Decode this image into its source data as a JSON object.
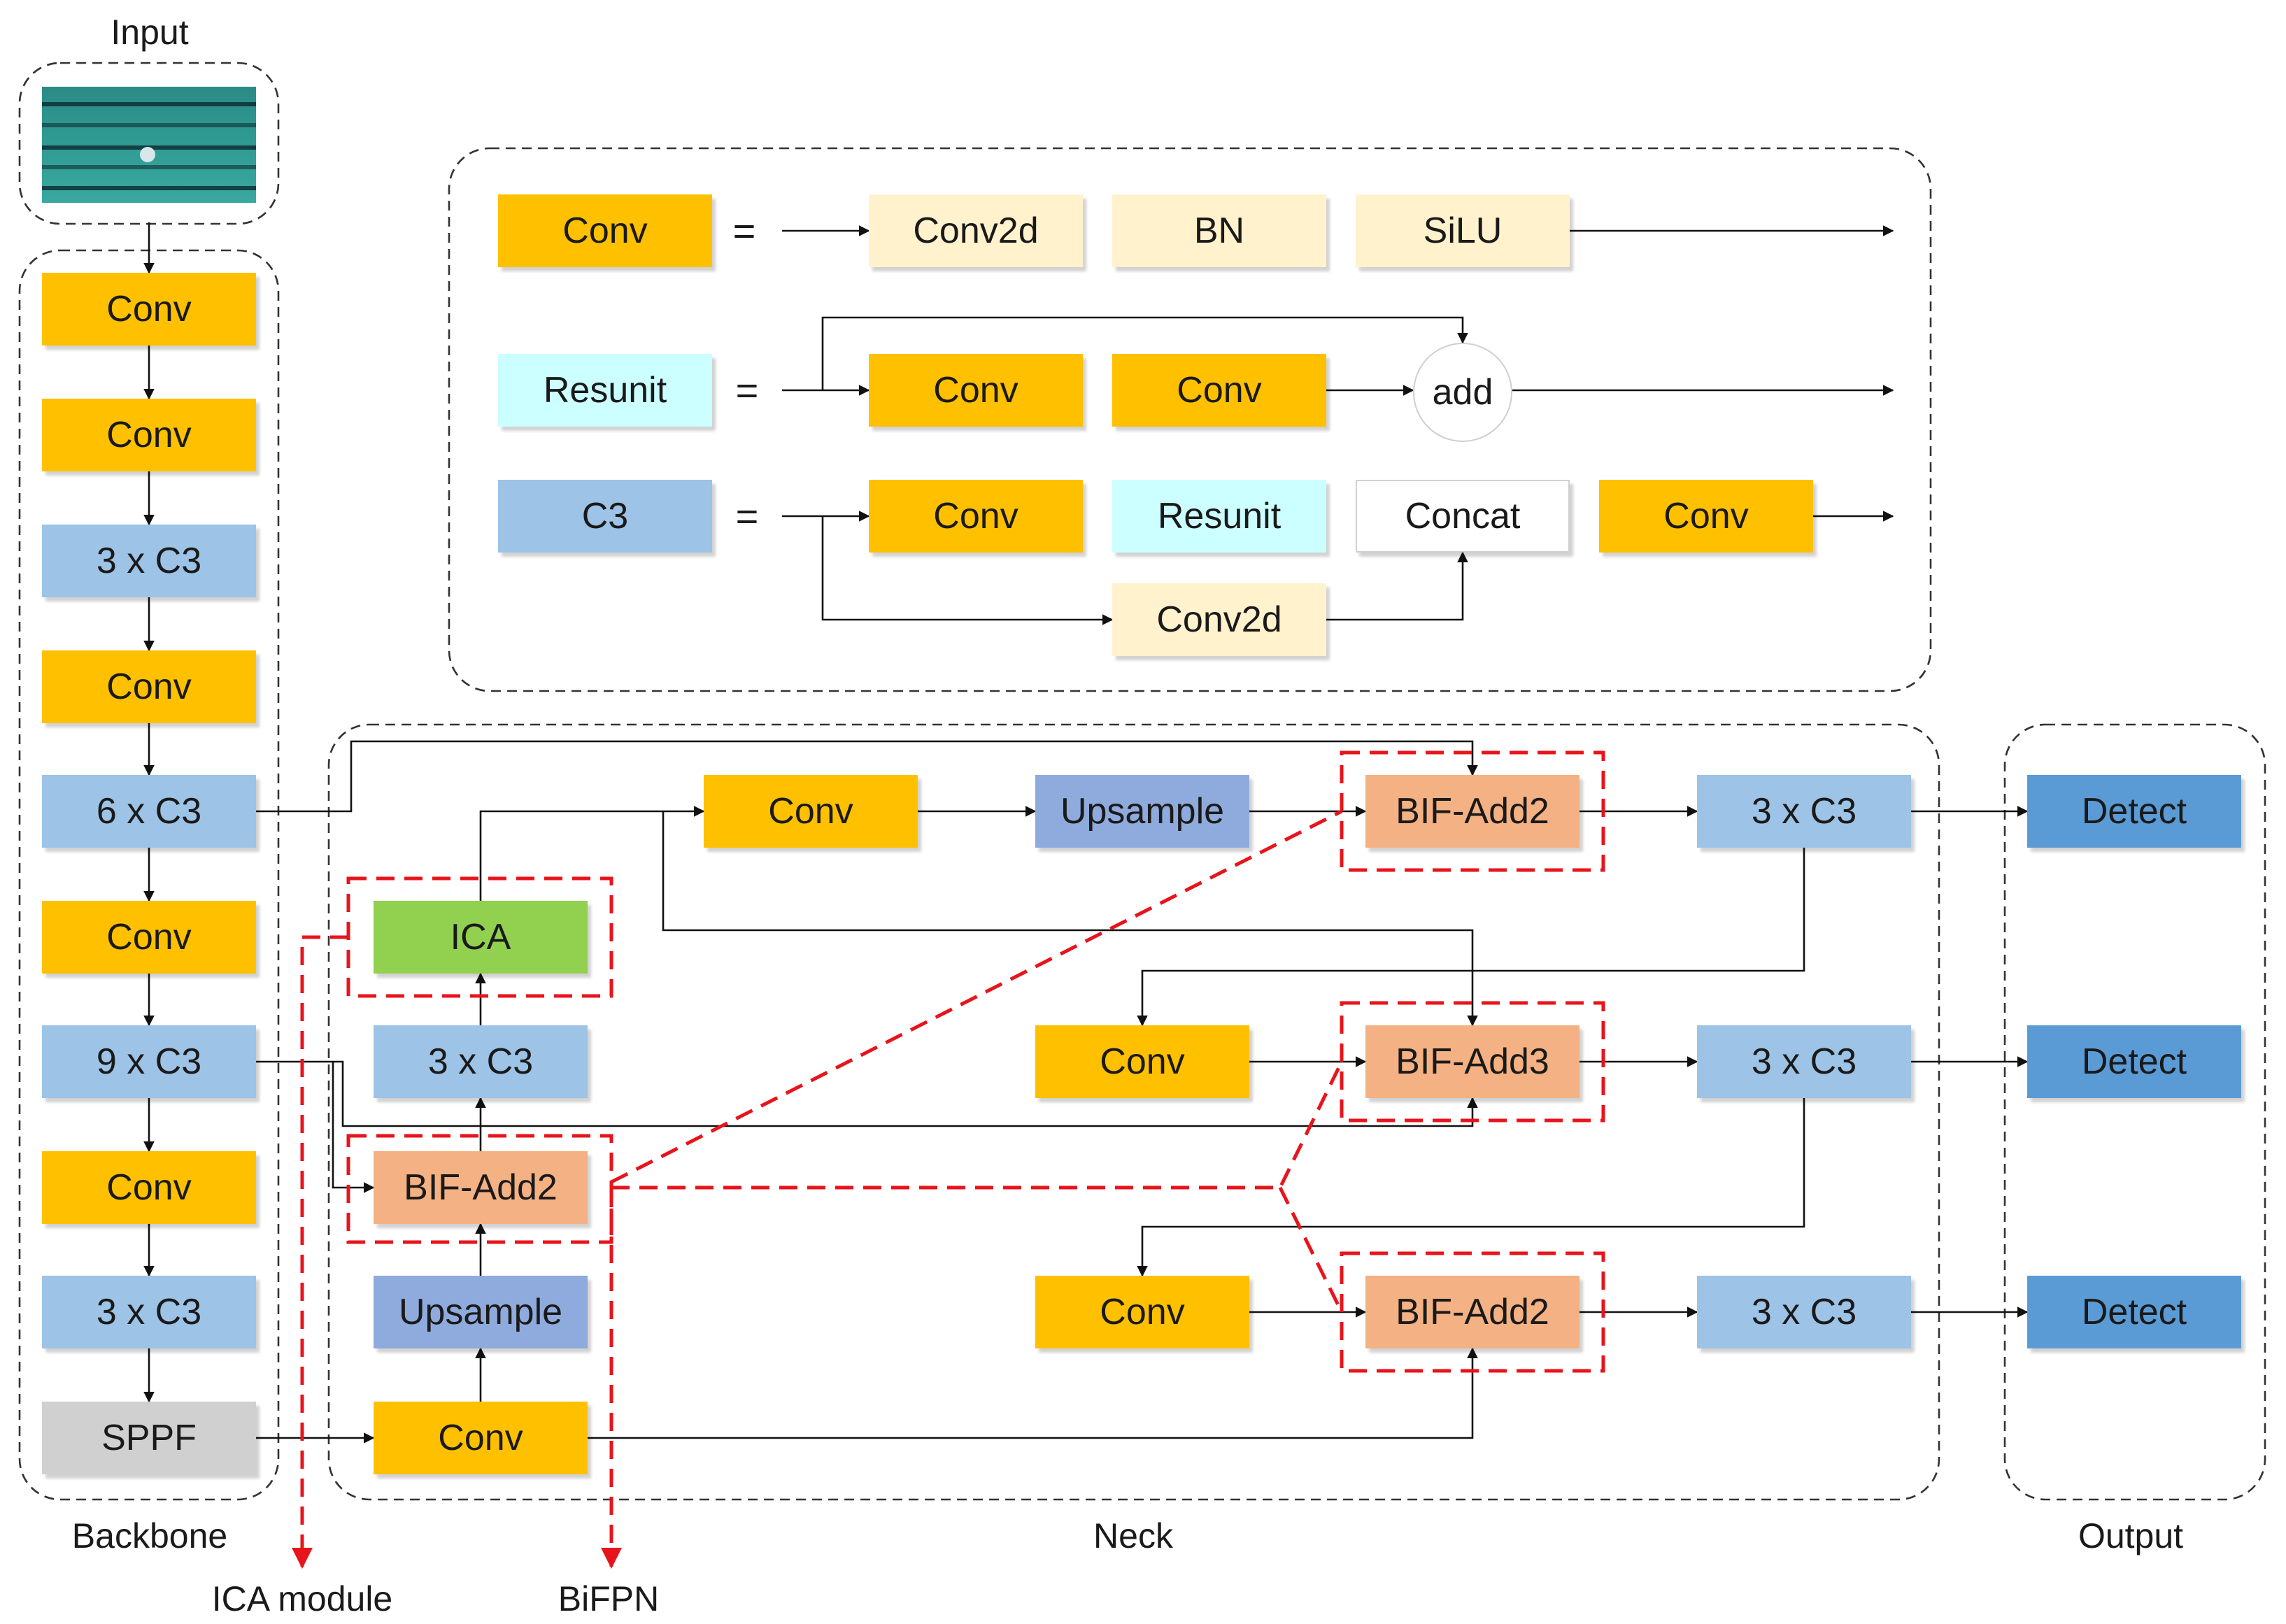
{
  "section_labels": {
    "input": "Input",
    "backbone": "Backbone",
    "neck": "Neck",
    "output": "Output",
    "ica_module": "ICA module",
    "bifpn": "BiFPN"
  },
  "input_image": "swimming-pool-photo",
  "colors": {
    "conv": "#FFC000",
    "c3": "#9DC3E6",
    "conv2d_bn_silu": "#FFF2CC",
    "resunit": "#CCFFFF",
    "upsample": "#8FAADC",
    "bif_add": "#F4B183",
    "ica": "#92D050",
    "sppf": "#D0D0D0",
    "detect": "#5B9BD5",
    "highlight_dash": "#E8141C"
  },
  "legend": {
    "equals": "=",
    "conv_row": {
      "lhs": "Conv",
      "parts": [
        "Conv2d",
        "BN",
        "SiLU"
      ]
    },
    "resunit_row": {
      "lhs": "Resunit",
      "parts": [
        "Conv",
        "Conv"
      ],
      "merge": "add"
    },
    "c3_row": {
      "lhs": "C3",
      "parts": [
        "Conv",
        "Resunit",
        "Concat",
        "Conv"
      ],
      "branch": "Conv2d"
    }
  },
  "backbone": [
    "Conv",
    "Conv",
    "3 x C3",
    "Conv",
    "6 x C3",
    "Conv",
    "9 x C3",
    "Conv",
    "3 x C3",
    "SPPF"
  ],
  "neck": {
    "left_column": [
      "ICA",
      "3 x C3",
      "BIF-Add2",
      "Upsample",
      "Conv"
    ],
    "top_row": [
      "Conv",
      "Upsample",
      "BIF-Add2",
      "3 x C3"
    ],
    "mid_row": [
      "Conv",
      "BIF-Add3",
      "3 x C3"
    ],
    "bottom_row": [
      "Conv",
      "BIF-Add2",
      "3 x C3"
    ]
  },
  "output": [
    "Detect",
    "Detect",
    "Detect"
  ]
}
